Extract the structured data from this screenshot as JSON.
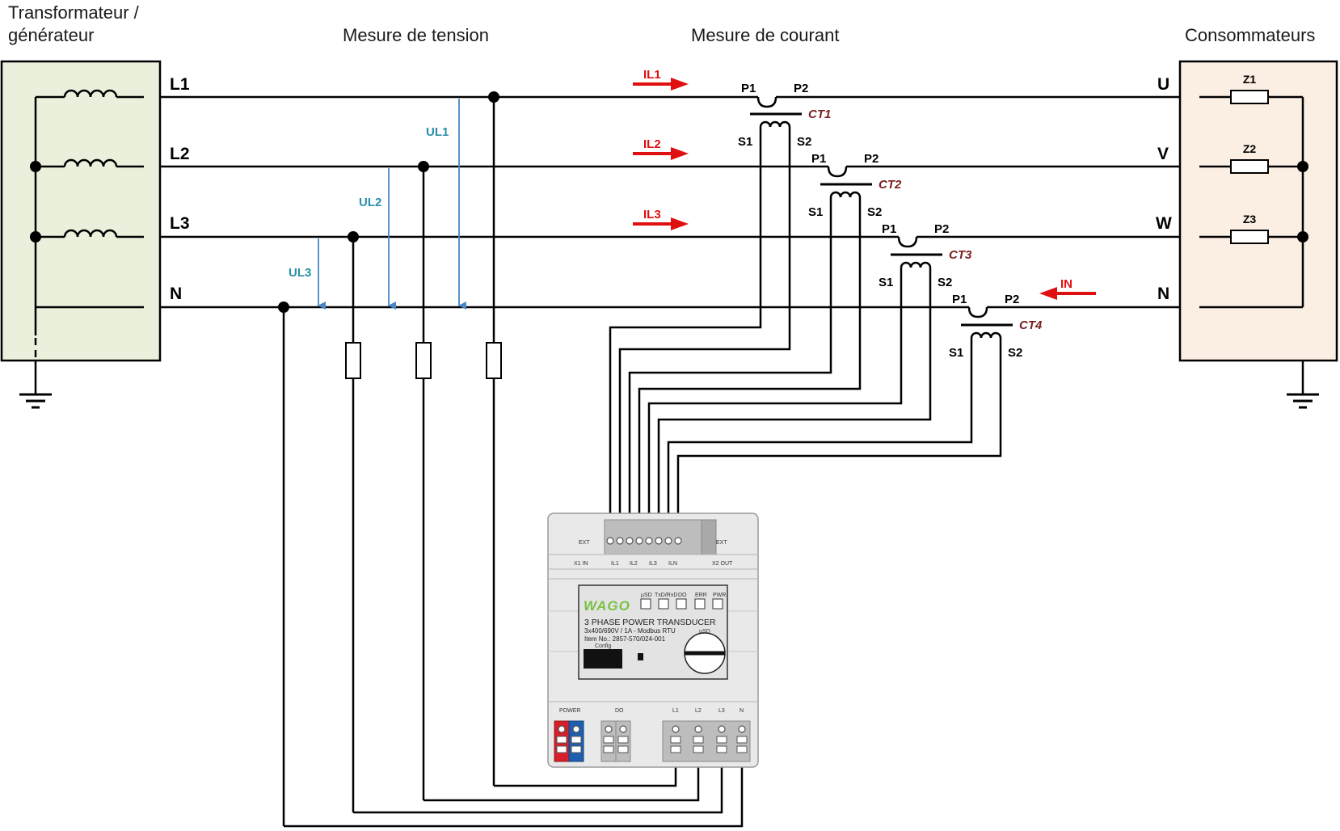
{
  "headers": {
    "source_line1": "Transformateur /",
    "source_line2": "générateur",
    "voltage_measure": "Mesure de tension",
    "current_measure": "Mesure de courant",
    "consumers": "Consommateurs"
  },
  "lines": {
    "l1": "L1",
    "l2": "L2",
    "l3": "L3",
    "n": "N"
  },
  "consumer_terminals": {
    "u": "U",
    "v": "V",
    "w": "W",
    "n": "N"
  },
  "impedances": [
    "Z1",
    "Z2",
    "Z3"
  ],
  "currents": {
    "il1": "IL1",
    "il2": "IL2",
    "il3": "IL3",
    "in": "IN"
  },
  "voltages": {
    "ul1": "UL1",
    "ul2": "UL2",
    "ul3": "UL3"
  },
  "current_transformers": [
    {
      "name": "CT1",
      "p1": "P1",
      "p2": "P2",
      "s1": "S1",
      "s2": "S2"
    },
    {
      "name": "CT2",
      "p1": "P1",
      "p2": "P2",
      "s1": "S1",
      "s2": "S2"
    },
    {
      "name": "CT3",
      "p1": "P1",
      "p2": "P2",
      "s1": "S1",
      "s2": "S2"
    },
    {
      "name": "CT4",
      "p1": "P1",
      "p2": "P2",
      "s1": "S1",
      "s2": "S2"
    }
  ],
  "device": {
    "ext_left": "EXT",
    "ext_right": "EXT",
    "x1_in": "X1 IN",
    "x2_out": "X2 OUT",
    "ch_il1": "IL1",
    "ch_il2": "IL2",
    "ch_il3": "IL3",
    "ch_iln": "ILN",
    "brand": "WAGO",
    "led_usd": "µSD",
    "led_txrx": "TxD/RxD",
    "led_do": "DO",
    "led_err": "ERR",
    "led_pwr": "PWR",
    "title": "3 PHASE POWER TRANSDUCER",
    "spec": "3x400/690V / 1A - Modbus RTU",
    "item": "Item No.: 2857-570/024-001",
    "config": "Config",
    "usd_slot": "µSD",
    "power": "POWER",
    "do_label": "DO",
    "t_l1": "L1",
    "t_l2": "L2",
    "t_l3": "L3",
    "t_n": "N"
  },
  "colors": {
    "source_fill": "#eaf0dc",
    "consumer_fill": "#fbeee2",
    "current_arrow": "#e01010",
    "voltage_arrow": "#4a86c5",
    "ct_label": "#7a1f1f",
    "wago_green": "#7ac142"
  }
}
